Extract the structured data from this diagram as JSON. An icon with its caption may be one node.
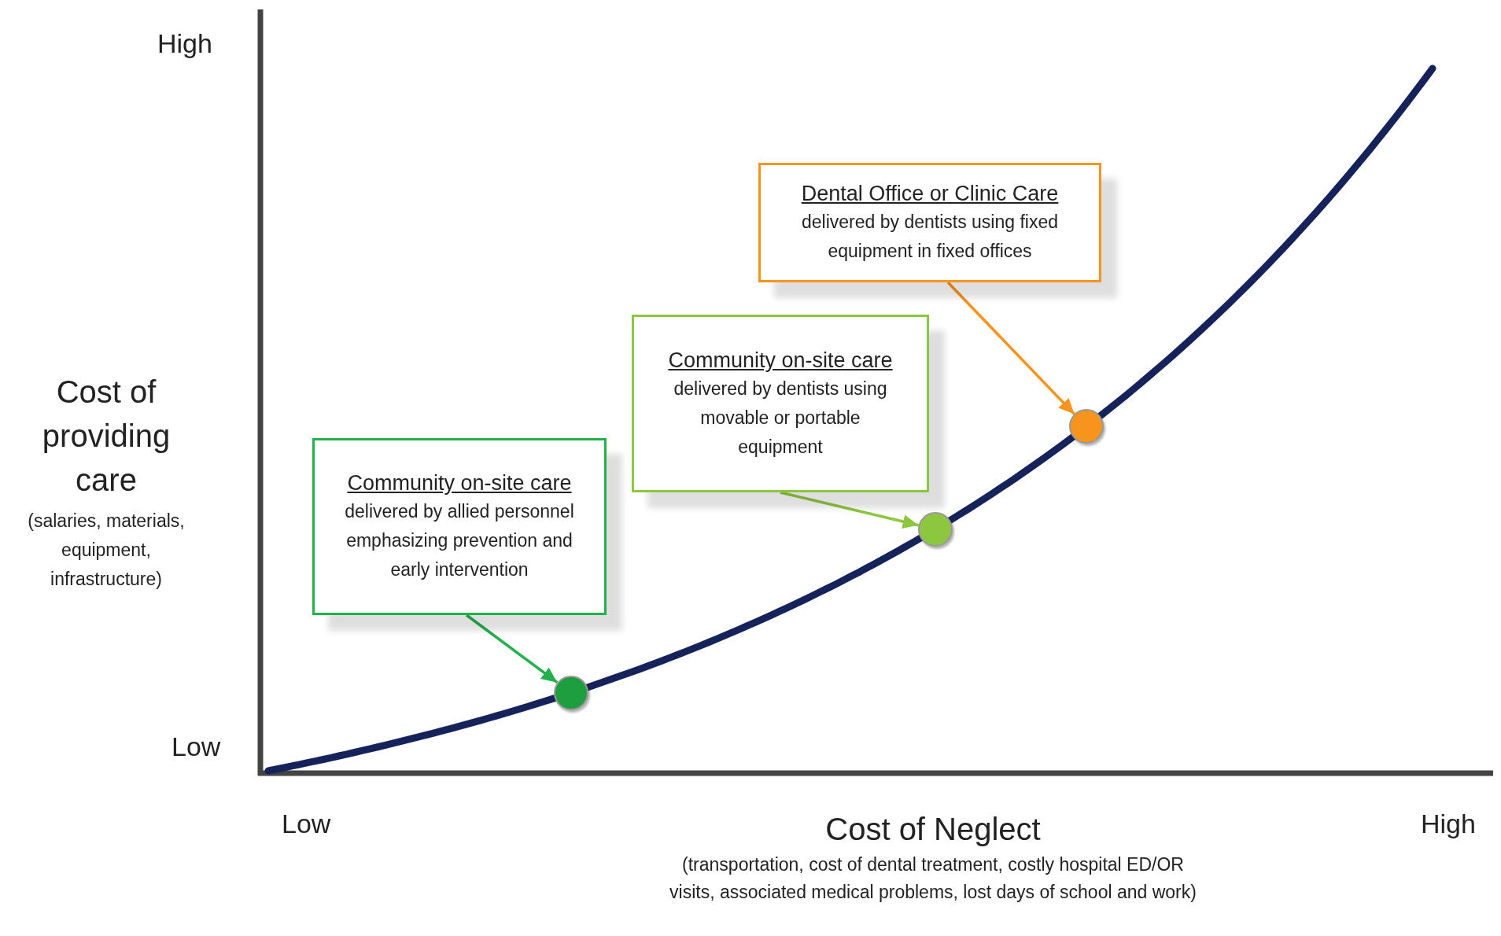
{
  "diagram": {
    "nodes": [
      {
        "text": [
          "Dental Office or Clinic Care",
          "delivered by dentists using fixed equipment in fixed offices"
        ]
      },
      {
        "text": [
          "Community on-site care",
          "delivered by dentists using movable or portable equipment"
        ]
      },
      {
        "text": [
          "Community on-site care",
          "delivered by allied personnel emphasizing prevention and early intervention"
        ]
      },
      {
        "text": [],
        "shape": "circle"
      },
      {
        "text": [],
        "shape": "circle"
      },
      {
        "text": [],
        "shape": "circle"
      }
    ],
    "edges": [
      {
        "from": 0,
        "to": 5,
        "arrow": "to",
        "color": "#f7941d"
      },
      {
        "from": 1,
        "to": 4,
        "arrow": "to",
        "color": "#8dc63f"
      },
      {
        "from": 2,
        "to": 3,
        "arrow": "to",
        "color": "#22b14c"
      }
    ],
    "labels": [
      "High",
      "Low",
      "Low",
      "High",
      "Cost of providing care",
      "(salaries, materials, equipment, infrastructure)",
      "Cost of Neglect",
      "(transportation, cost of dental treatment, costly hospital ED/OR visits, associated medical problems, lost days of school and work)"
    ]
  }
}
